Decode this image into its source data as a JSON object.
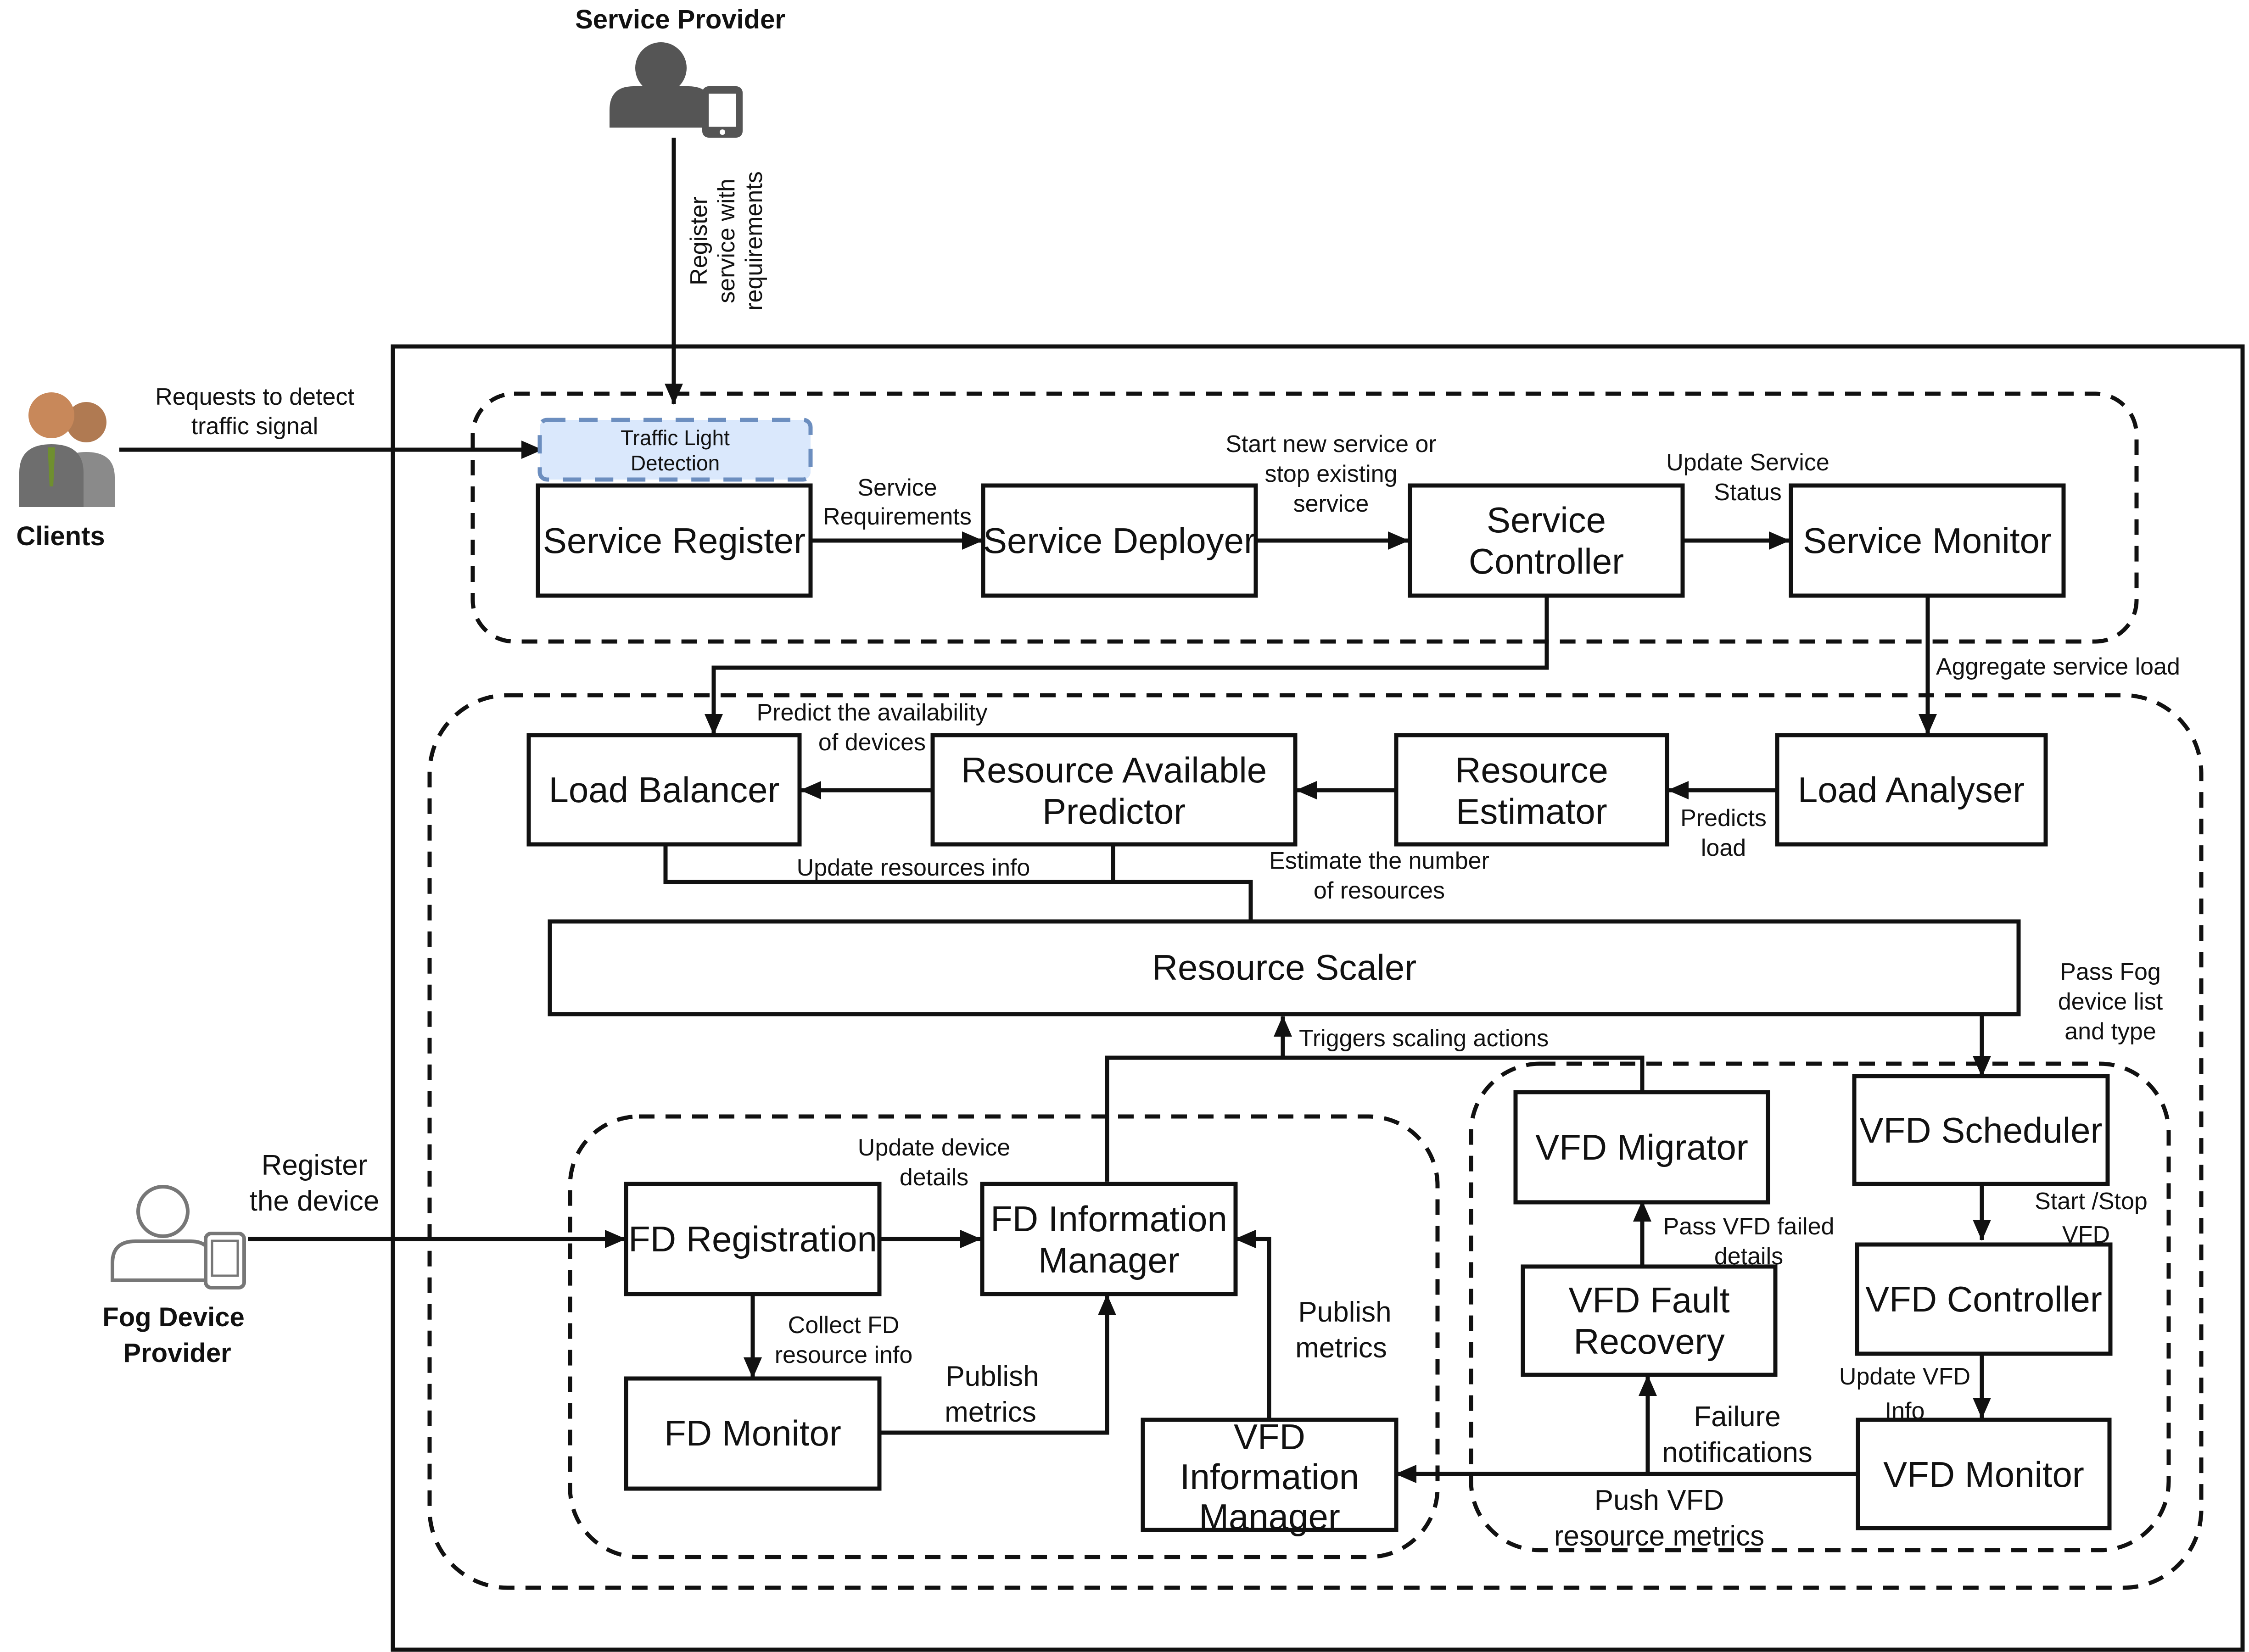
{
  "actors": {
    "service_provider": "Service Provider",
    "clients": "Clients",
    "fog_device_provider": [
      "Fog Device",
      "Provider"
    ]
  },
  "components": {
    "traffic_light_detection": [
      "Traffic Light",
      "Detection"
    ],
    "service_register": "Service Register",
    "service_deployer": "Service Deployer",
    "service_controller": [
      "Service",
      "Controller"
    ],
    "service_monitor": "Service Monitor",
    "load_balancer": "Load Balancer",
    "resource_available_predictor": [
      "Resource Available",
      "Predictor"
    ],
    "resource_estimator": [
      "Resource",
      "Estimator"
    ],
    "load_analyser": "Load Analyser",
    "resource_scaler": "Resource Scaler",
    "fd_registration": "FD Registration",
    "fd_information_manager": [
      "FD Information",
      "Manager"
    ],
    "fd_monitor": "FD Monitor",
    "vfd_information_manager": [
      "VFD",
      "Information",
      "Manager"
    ],
    "vfd_migrator": "VFD Migrator",
    "vfd_scheduler": "VFD Scheduler",
    "vfd_fault_recovery": [
      "VFD Fault",
      "Recovery"
    ],
    "vfd_controller": "VFD Controller",
    "vfd_monitor": "VFD Monitor"
  },
  "edge_labels": {
    "register_service": [
      "Register",
      "service with",
      "requirements"
    ],
    "requests_detect": [
      "Requests to detect",
      "traffic signal"
    ],
    "service_requirements": [
      "Service",
      "Requirements"
    ],
    "start_new_service": [
      "Start new service or",
      "stop existing",
      "service"
    ],
    "update_service_status": [
      "Update Service",
      "Status"
    ],
    "aggregate_service_load": "Aggregate service load",
    "predict_availability": [
      "Predict the availability",
      "of devices"
    ],
    "predicts_load": [
      "Predicts",
      "load"
    ],
    "update_resources_info": "Update resources info",
    "estimate_number": [
      "Estimate the number",
      "of resources"
    ],
    "pass_fog_device_list": [
      "Pass Fog",
      "device list",
      "and type"
    ],
    "triggers_scaling": "Triggers scaling actions",
    "register_device": [
      "Register",
      "the device"
    ],
    "update_device_details": [
      "Update device",
      "details"
    ],
    "collect_fd_info": [
      "Collect FD",
      "resource info"
    ],
    "publish_metrics_fd": [
      "Publish",
      "metrics"
    ],
    "publish_metrics_vfd": [
      "Publish",
      "metrics"
    ],
    "start_stop_vfd": [
      "Start /Stop",
      "VFD"
    ],
    "pass_vfd_failed": [
      "Pass VFD failed",
      "details"
    ],
    "update_vfd_info": [
      "Update VFD",
      "Info"
    ],
    "failure_notifications": [
      "Failure",
      "notifications"
    ],
    "push_vfd_metrics": [
      "Push VFD",
      "resource metrics"
    ]
  }
}
